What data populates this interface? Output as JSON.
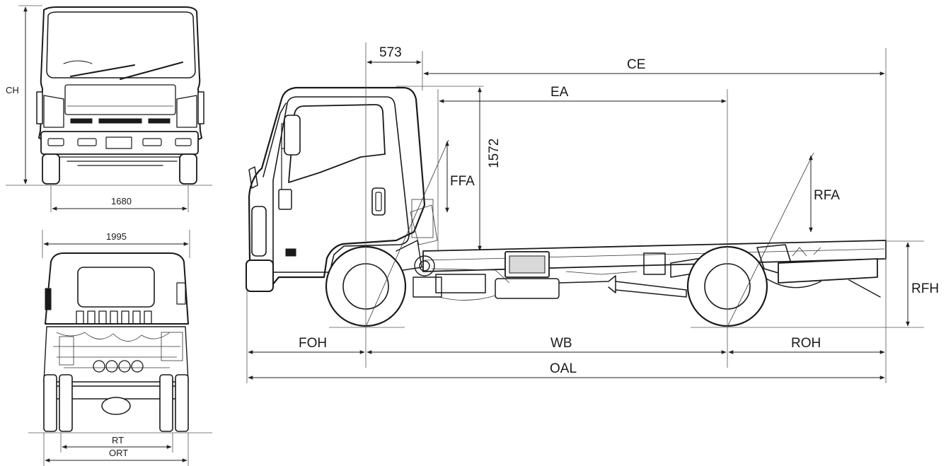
{
  "front_view": {
    "height_label": "CH",
    "track_label": "1680"
  },
  "rear_view": {
    "overall_width_label": "1995",
    "rear_track_label": "RT",
    "outer_rear_track_label": "ORT"
  },
  "side_view": {
    "cab_to_axle_offset_label": "573",
    "cab_end_label": "CE",
    "effective_axle_label": "EA",
    "cab_height_label": "1572",
    "front_frame_angle_label": "FFA",
    "rear_frame_angle_label": "RFA",
    "rear_frame_height_label": "RFH",
    "front_overhang_label": "FOH",
    "wheelbase_label": "WB",
    "rear_overhang_label": "ROH",
    "overall_length_label": "OAL"
  }
}
